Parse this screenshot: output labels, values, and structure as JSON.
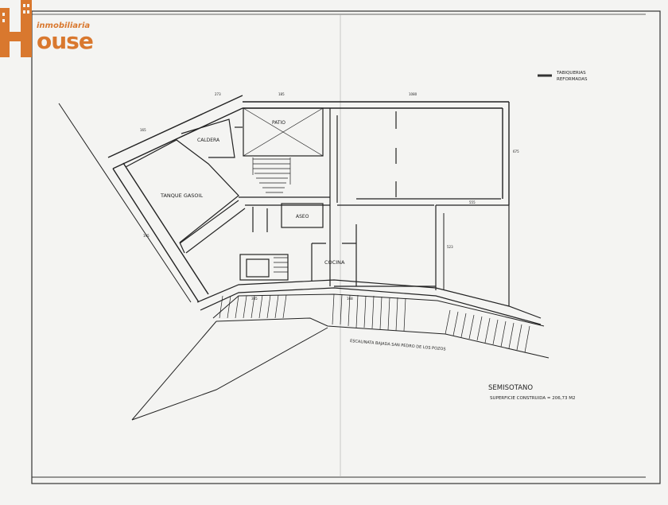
{
  "brand": {
    "tagline": "inmobiliaria",
    "word": "ouse",
    "color": "#d9782e"
  },
  "legend": {
    "line1": "TABIQUERIAS",
    "line2": "REFORMADAS"
  },
  "rooms": {
    "patio": "PATIO",
    "caldera": "CALDERA",
    "tanque": "TANQUE GASOIL",
    "aseo": "ASEO",
    "cocina": "COCINA"
  },
  "street": "ESCALINATA  BAJADA SAN PEDRO DE LOS POZOS",
  "title": {
    "name": "SEMISOTANO",
    "surface": "SUPERFICIE  CONSTRUIDA  =  206,73  M2"
  },
  "dimensions": {
    "d1": "273",
    "d2": "185",
    "d3": "1080",
    "d4": "675",
    "d5": "165",
    "d6": "195",
    "d7": "385",
    "d8": "168",
    "d9": "523",
    "d10": "555"
  }
}
